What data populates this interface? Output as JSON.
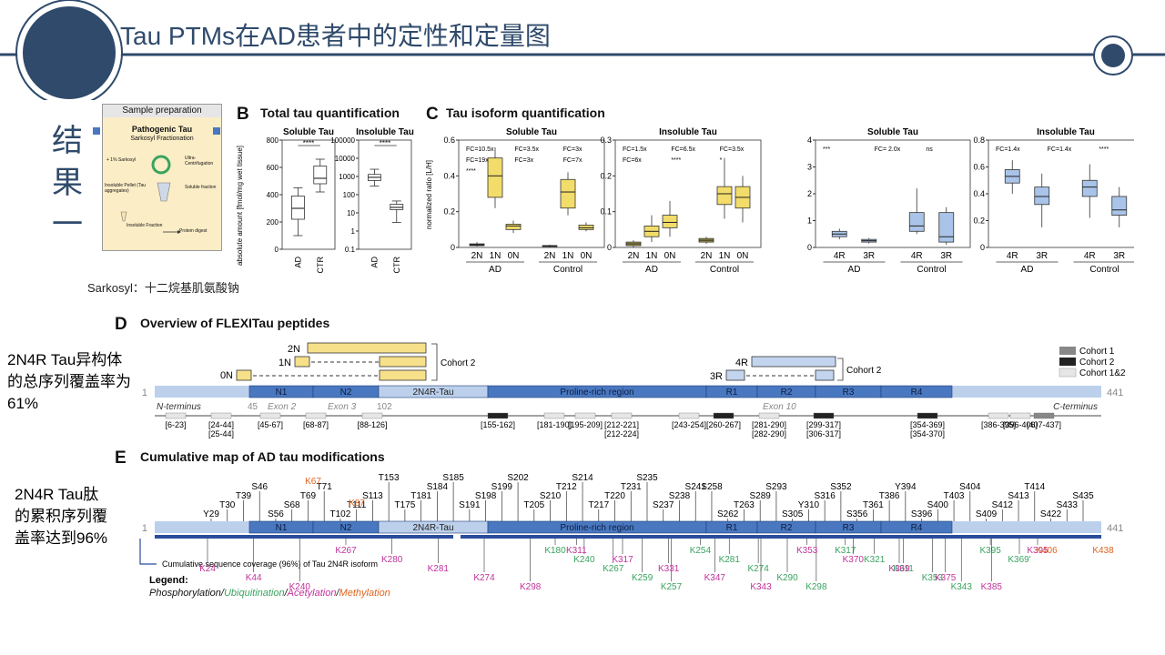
{
  "slide": {
    "title": "Tau PTMs在AD患者中的定性和定量图",
    "side_label": "结果一",
    "sarkosyl_note": "Sarkosyl：十二烷基肌氨酸钠",
    "coverage_61": "2N4R Tau异构体的总序列覆盖率为61%",
    "coverage_96": "2N4R Tau肽的累积序列覆盖率达到96%"
  },
  "panel_a": {
    "header": "Sample preparation",
    "title": "Pathogenic Tau",
    "subtitle": "Sarkosyl Fractionation",
    "step1": "+ 1% Sarkosyl",
    "step2": "Ultra-Centrifugation",
    "soluble": "Soluble fraction",
    "pellet": "Insoluble Pellet (Tau aggregates)",
    "insoluble": "Insoluble Fraction",
    "digest": "Protein digest"
  },
  "panel_b": {
    "label": "B",
    "title": "Total tau quantification",
    "ylabel": "absolute amount [fmol/mg wet tissue]",
    "chart_data": [
      {
        "type": "box",
        "title": "Soluble Tau",
        "categories": [
          "AD",
          "CTR"
        ],
        "yticks": [
          "800",
          "600",
          "400",
          "200",
          "0"
        ],
        "ylim": [
          0,
          800
        ],
        "boxes": [
          {
            "min": 100,
            "q1": 220,
            "median": 300,
            "q3": 390,
            "max": 450
          },
          {
            "min": 420,
            "q1": 480,
            "median": 520,
            "q3": 610,
            "max": 660
          }
        ],
        "significance": "****"
      },
      {
        "type": "box",
        "title": "Insoluble Tau",
        "categories": [
          "AD",
          "CTR"
        ],
        "yticks": [
          "100000",
          "10000",
          "1000",
          "100",
          "10",
          "1",
          "0.1"
        ],
        "log": true,
        "boxes": [
          {
            "min": 300,
            "q1": 600,
            "median": 900,
            "q3": 1300,
            "max": 2500
          },
          {
            "min": 3,
            "q1": 15,
            "median": 20,
            "q3": 30,
            "max": 45
          }
        ],
        "significance": "****"
      }
    ]
  },
  "panel_c": {
    "label": "C",
    "title": "Tau isoform quantification",
    "ylabel": "normalized ratio [L/H]",
    "chart_data": [
      {
        "type": "box",
        "title": "Soluble Tau",
        "categories": [
          "2N",
          "1N",
          "0N",
          "2N",
          "1N",
          "0N"
        ],
        "groups": [
          "AD",
          "Control"
        ],
        "yticks": [
          "0.6",
          "0.4",
          "0.2",
          "0"
        ],
        "ylim": [
          0,
          0.6
        ],
        "annotations": [
          "FC=10.5x",
          "FC=3.5x",
          "FC=3x",
          "FC=19x",
          "FC=3x",
          "FC=7x",
          "****"
        ]
      },
      {
        "type": "box",
        "title": "Insoluble Tau",
        "categories": [
          "2N",
          "1N",
          "0N",
          "2N",
          "1N",
          "0N"
        ],
        "groups": [
          "AD",
          "Control"
        ],
        "yticks": [
          "0.3",
          "0.2",
          "0.1",
          "0"
        ],
        "ylim": [
          0,
          0.3
        ],
        "annotations": [
          "FC=1.5x",
          "FC=6.5x",
          "FC=3.5x",
          "FC=6x",
          "****",
          "*"
        ]
      },
      {
        "type": "box",
        "title": "Soluble Tau",
        "categories": [
          "4R",
          "3R",
          "4R",
          "3R"
        ],
        "groups": [
          "AD",
          "Control"
        ],
        "yticks": [
          "4",
          "3",
          "2",
          "1",
          "0"
        ],
        "ylim": [
          0,
          4
        ],
        "annotations": [
          "***",
          "FC= 2.0x",
          "ns"
        ]
      },
      {
        "type": "box",
        "title": "Insoluble Tau",
        "categories": [
          "4R",
          "3R",
          "4R",
          "3R"
        ],
        "groups": [
          "AD",
          "Control"
        ],
        "yticks": [
          "0.8",
          "0.6",
          "0.4",
          "0.2",
          "0"
        ],
        "ylim": [
          0,
          0.8
        ],
        "annotations": [
          "FC=1.4x",
          "FC=1.4x",
          "****"
        ]
      }
    ]
  },
  "panel_d": {
    "label": "D",
    "title": "Overview of FLEXITau peptides",
    "cohort2": "Cohort 2",
    "legend": [
      "Cohort 1",
      "Cohort 2",
      "Cohort 1&2"
    ],
    "iso_labels": {
      "two_n": "2N",
      "one_n": "1N",
      "zero_n": "0N",
      "four_r": "4R",
      "three_r": "3R"
    },
    "domains": [
      "N1",
      "N2",
      "2N4R-Tau",
      "Proline-rich region",
      "R1",
      "R2",
      "R3",
      "R4"
    ],
    "start": "1",
    "end": "441",
    "n_term": "N-terminus",
    "c_term": "C-terminus",
    "exon2": "Exon 2",
    "exon3": "Exon 3",
    "exon10": "Exon 10",
    "n45": "45",
    "n102": "102",
    "peptides": [
      "[6-23]",
      "[24-44]",
      "[25-44]",
      "[45-67]",
      "[68-87]",
      "[88-126]",
      "[155-162]",
      "[181-190]",
      "[195-209]",
      "[212-221]",
      "[212-224]",
      "[243-254]",
      "[260-267]",
      "[281-290]",
      "[282-290]",
      "[299-317]",
      "[306-317]",
      "[354-369]",
      "[354-370]",
      "[386-395]",
      "[396-406]",
      "[407-437]"
    ]
  },
  "panel_e": {
    "label": "E",
    "title": "Cumulative map of AD tau modifications",
    "coverage": "Cumulative sequence coverage (96%) of Tau 2N4R isoform",
    "legend_title": "Legend:",
    "legend": {
      "phos": "Phosphorylation",
      "slash1": "/",
      "ubiq": "Ubiquitination",
      "slash2": "/",
      "acet": "Acetylation",
      "slash3": "/",
      "meth": "Methylation"
    },
    "colors": {
      "phos": "#111111",
      "ubiq": "#3aa35f",
      "acet": "#c0329b",
      "meth": "#e0641e"
    },
    "phospho_sites": [
      "Y29",
      "T30",
      "T39",
      "S46",
      "S56",
      "S68",
      "T69",
      "T71",
      "T102",
      "T111",
      "S113",
      "T153",
      "T175",
      "T181",
      "S184",
      "S185",
      "S191",
      "S198",
      "S199",
      "S202",
      "T205",
      "S210",
      "T212",
      "S214",
      "T217",
      "T220",
      "T231",
      "S235",
      "S237",
      "S238",
      "S241",
      "S258",
      "S262",
      "T263",
      "S289",
      "S293",
      "S305",
      "Y310",
      "S316",
      "S352",
      "S356",
      "T361",
      "T386",
      "Y394",
      "S396",
      "S400",
      "T403",
      "S404",
      "S409",
      "S412",
      "S413",
      "T414",
      "S422",
      "S433",
      "S435"
    ],
    "methyl_above": [
      "K67",
      "K87"
    ],
    "ubiq_sites": [
      "K180",
      "K240",
      "K267",
      "K259",
      "K257",
      "K254",
      "K281",
      "K274",
      "K290",
      "K298",
      "K317",
      "K321",
      "K311",
      "K353",
      "K343",
      "K395",
      "K369'"
    ],
    "acet_sites": [
      "K24",
      "K44",
      "K240",
      "K267",
      "K280",
      "K281",
      "K274",
      "K298",
      "K311",
      "K317",
      "K331",
      "K347",
      "K343",
      "K353",
      "K370",
      "K369",
      "K375",
      "K385",
      "K395"
    ],
    "methyl_below": [
      "K406",
      "K438"
    ]
  }
}
